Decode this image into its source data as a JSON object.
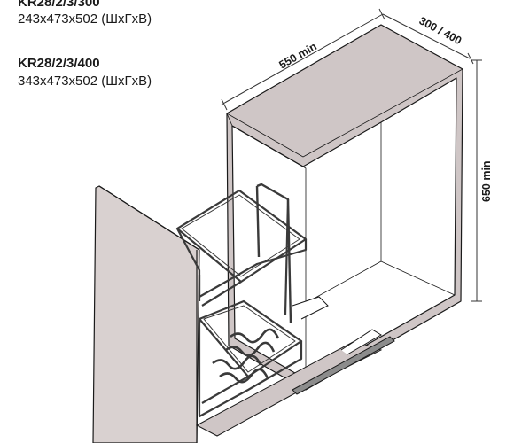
{
  "specs": [
    {
      "model": "KR28/2/3/300",
      "dimensions": "243x473x502 (ШхГхВ)"
    },
    {
      "model": "KR28/2/3/400",
      "dimensions": "343x473x502 (ШхГхВ)"
    }
  ],
  "dimension_labels": {
    "depth": "550 min",
    "width": "300 / 400",
    "height": "650 min"
  },
  "colors": {
    "cabinet_top": "#cfc6c6",
    "cabinet_inner": "#ffffff",
    "front_panel": "#d9d1d0",
    "outline": "#1a1a1a",
    "basket_wire": "#3a3a3a",
    "dimension_line": "#333333"
  }
}
